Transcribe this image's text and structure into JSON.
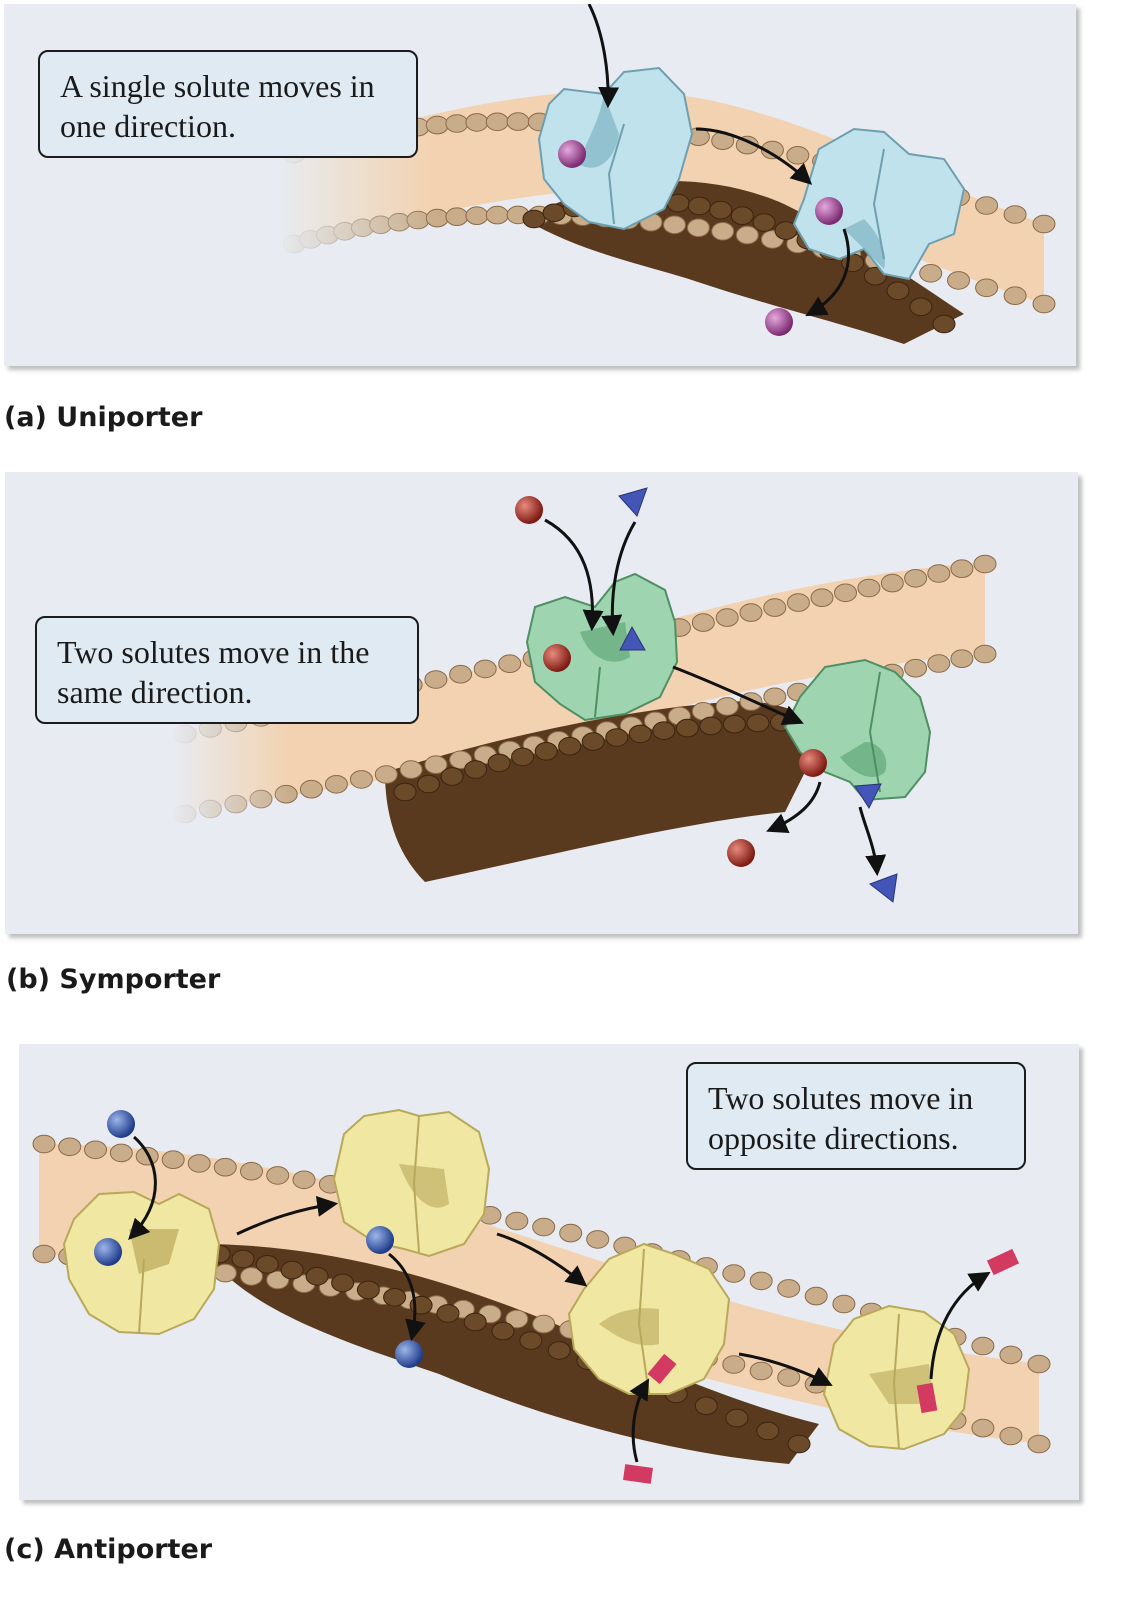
{
  "panels": [
    {
      "caption": "(a) Uniporter",
      "callout": "A single solute moves in one direction."
    },
    {
      "caption": "(b) Symporter",
      "callout": "Two solutes move in the same direction."
    },
    {
      "caption": "(c) Antiporter",
      "callout": "Two solutes move in opposite directions."
    }
  ],
  "colors": {
    "panel_bg": "#e8ecf2",
    "callout_bg": "#dfeaf2",
    "membrane_band": "#f2d2b0",
    "lipid_head_light": "#c9ad8a",
    "lipid_head_dark": "#6b4a2a",
    "uniporter_protein": "#bfe2ec",
    "symporter_protein": "#9ed5b0",
    "antiporter_protein": "#f0e7a3",
    "solute_purple": "#9b3f8e",
    "solute_red": "#a3271c",
    "solute_blue_triangle": "#4455b8",
    "solute_blue_sphere": "#3050a8",
    "solute_pink_rect": "#d23a62"
  }
}
